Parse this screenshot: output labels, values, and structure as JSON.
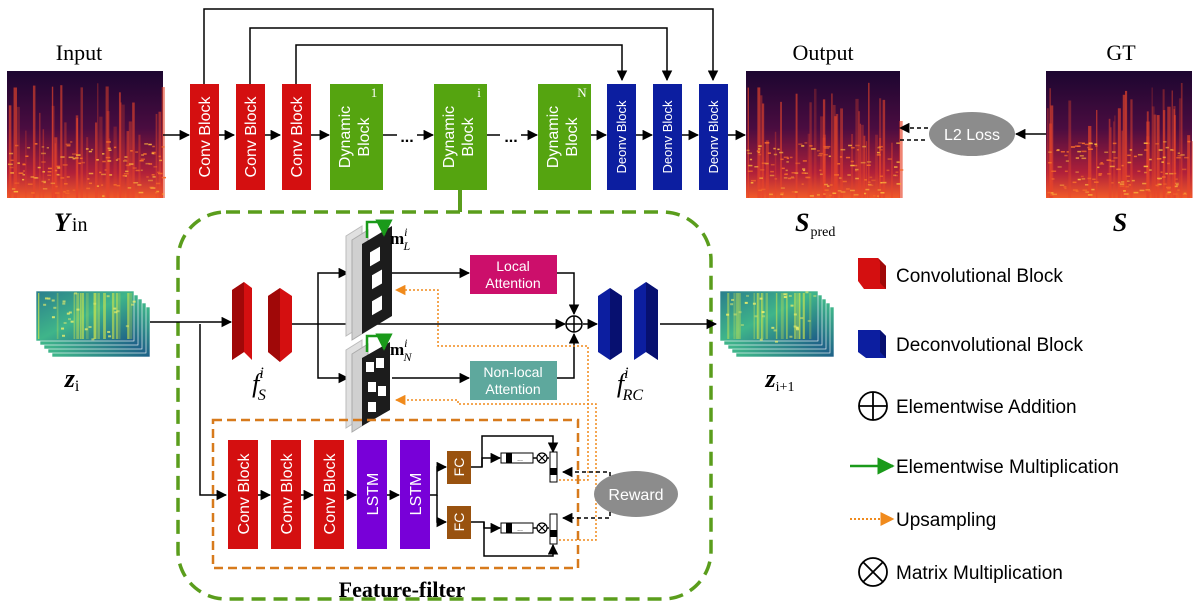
{
  "top": {
    "input_label": "Input",
    "output_label": "Output",
    "gt_label": "GT",
    "conv_label": "Conv Block",
    "dynamic_line1": "Dynamic",
    "dynamic_line2": "Block",
    "dynamic_indices": [
      "1",
      "i",
      "N"
    ],
    "deconv_label": "Deonv Block",
    "ellipsis": "...",
    "loss_label": "L2 Loss",
    "y_in": {
      "main": "Y",
      "sub": "in"
    },
    "s_pred": {
      "main": "S",
      "sub": "pred"
    },
    "s_gt": "S"
  },
  "detail": {
    "z_i": {
      "main": "z",
      "sub": "i"
    },
    "z_next": {
      "main": "z",
      "sub": "i+1"
    },
    "f_s": {
      "main": "f",
      "sup": "i",
      "sub": "S"
    },
    "f_rc": {
      "main": "f",
      "sup": "i",
      "sub": "RC"
    },
    "m_l": {
      "main": "m",
      "sup": "i",
      "sub": "L"
    },
    "m_n": {
      "main": "m",
      "sup": "i",
      "sub": "N"
    },
    "local_attention": [
      "Local",
      "Attention"
    ],
    "nonlocal_attention": [
      "Non-local",
      "Attention"
    ],
    "feature_filter_title": "Feature-filter",
    "filter_blocks": [
      "Conv Block",
      "Conv Block",
      "Conv Block",
      "LSTM",
      "LSTM"
    ],
    "fc_label": "FC",
    "reward_label": "Reward",
    "vector_ellipsis": "..."
  },
  "legend": {
    "items": [
      "Convolutional Block",
      "Deconvolutional Block",
      "Elementwise Addition",
      "Elementwise Multiplication",
      "Upsampling",
      "Matrix Multiplication"
    ]
  },
  "colors": {
    "conv": "#d40f10",
    "dynamic": "#55a410",
    "deconv": "#0c1ea0",
    "lstm": "#7800d8",
    "fc": "#99520f",
    "local_attention": "#cc0f6b",
    "nonlocal_attention": "#5ea89d",
    "dashed_green": "#5a9d1c",
    "dashed_orange": "#d77a1c",
    "upsampling": "#f08a1c",
    "multiply_arrow": "#1a9a1a",
    "loss": "#8c8c8c"
  }
}
